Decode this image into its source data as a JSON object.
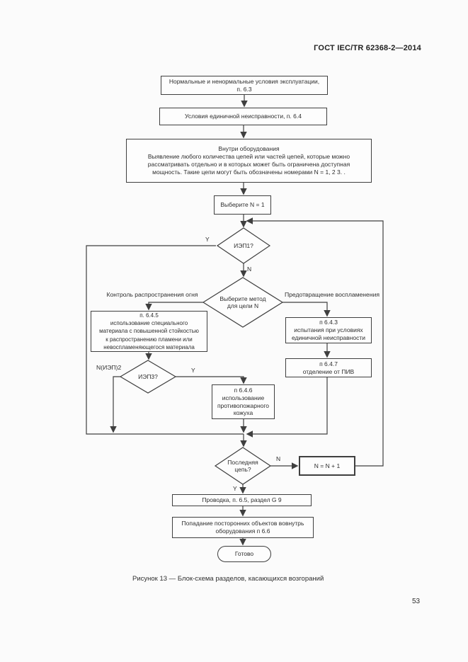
{
  "page": {
    "header": "ГОСТ IEC/TR 62368-2—2014",
    "caption": "Рисунок 13 — Блок-схема разделов, касающихся возгораний",
    "page_number": "53"
  },
  "flowchart": {
    "normal_conditions_box": "Нормальные и ненормальные условия эксплуатации,\nп. 6.3",
    "single_fault_box": "Условия единичной неисправности, п. 6.4",
    "inside_equipment_box": "Внутри оборудования\nВыявление любого количества цепей или частей цепей, которые можно\nрассматривать отдельно и в которых может быть ограничена доступная\nмощность. Такие цепи могут быть обозначены номерами N = 1, 2  3. .",
    "select_n_box": "Выберите N = 1",
    "decision_iep1": "ИЭП1?",
    "decision_method": "Выберите метод\nдля цели N",
    "decision_iep3": "ИЭП3?",
    "decision_last_circuit": "Последняя\nцепь?",
    "fire_spread_label": "Контроль распространения огня",
    "ignition_prevention_label": "Предотвращение воспламенения",
    "n_iep2_label": "N(ИЭП)2",
    "box_6_4_5": "п. 6.4.5\nиспользование специального\nматериала с повышенной стойкостью\nк распространению пламени или\nневоспламеняющегося материала",
    "box_6_4_3": "п  6.4.3\nиспытания при условиях\nединичной неисправности",
    "box_6_4_7": "п  6.4.7\nотделение от ПИВ",
    "box_6_4_6": "п  6.4.6\nиспользование\nпротивопожарного\nкожуха",
    "increment_box": "N = N + 1",
    "wiring_box": "Проводка, п. 6.5, раздел G 9",
    "foreign_objects_box": "Попадание посторонних объектов вовнутрь\nоборудования  п  6.6",
    "done_terminal": "Готово",
    "yes1": "Y",
    "no1": "N",
    "yes3": "Y",
    "no4": "N",
    "yes4": "Y"
  },
  "colors": {
    "line": "#3f3f3f",
    "background": "#fbfbfb"
  }
}
